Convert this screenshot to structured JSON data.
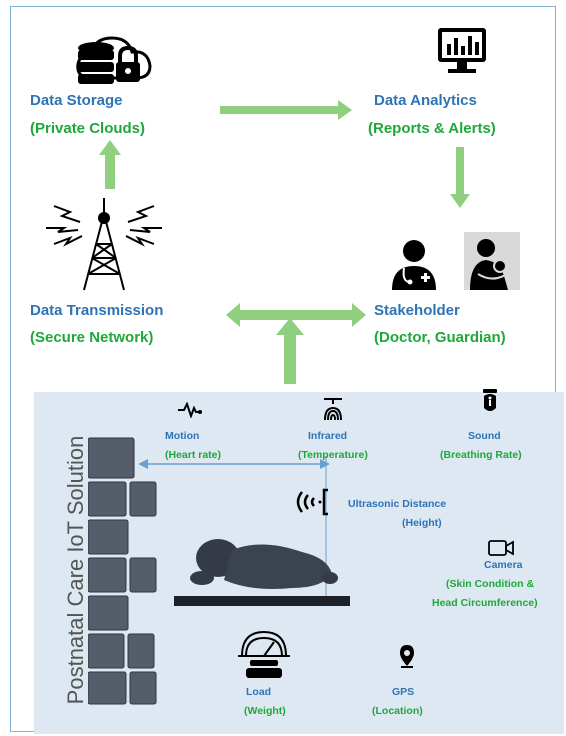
{
  "colors": {
    "title_blue": "#2e74b5",
    "subtitle_green": "#1fa83a",
    "arrow_green": "#8fcf7f",
    "panel_bg": "#dde8f2",
    "border": "#7fb4d6"
  },
  "nodes": {
    "storage": {
      "title": "Data Storage",
      "subtitle": "(Private Clouds)",
      "icon": "cloud-database-lock-icon"
    },
    "analytics": {
      "title": "Data Analytics",
      "subtitle": "(Reports & Alerts)",
      "icon": "monitor-chart-icon"
    },
    "transmission": {
      "title": "Data Transmission",
      "subtitle": "(Secure Network)",
      "icon": "transmission-tower-icon"
    },
    "stakeholder": {
      "title": "Stakeholder",
      "subtitle": "(Doctor, Guardian)",
      "icons": [
        "doctor-icon",
        "mother-baby-icon"
      ]
    }
  },
  "solution": {
    "title": "Postnatal Care IoT Solution",
    "sensors": {
      "motion": {
        "title": "Motion",
        "subtitle": "(Heart rate)",
        "icon": "pulse-icon"
      },
      "infrared": {
        "title": "Infrared",
        "subtitle": "(Temperature)",
        "icon": "infrared-sensor-icon"
      },
      "sound": {
        "title": "Sound",
        "subtitle": "(Breathing Rate)",
        "icon": "sound-sensor-icon"
      },
      "ultrasonic": {
        "title": "Ultrasonic Distance",
        "subtitle": "(Height)",
        "icon": "ultrasonic-icon"
      },
      "camera": {
        "title": "Camera",
        "subtitle_line1": "(Skin Condition &",
        "subtitle_line2": "Head Circumference)",
        "icon": "camera-icon"
      },
      "load": {
        "title": "Load",
        "subtitle": "(Weight)",
        "icon": "scale-icon"
      },
      "gps": {
        "title": "GPS",
        "subtitle": "(Location)",
        "icon": "gps-pin-icon"
      }
    }
  }
}
